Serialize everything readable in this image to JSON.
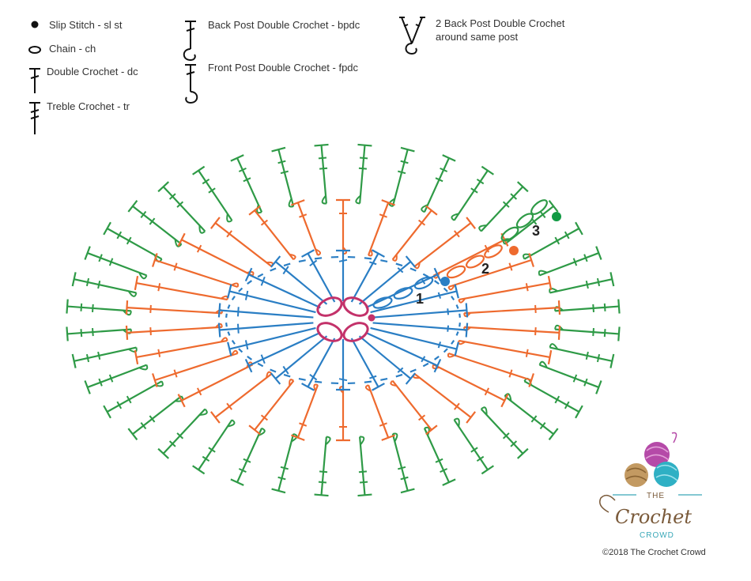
{
  "legend": {
    "slip_stitch": "Slip Stitch - sl st",
    "chain": "Chain - ch",
    "double_crochet": "Double Crochet - dc",
    "treble_crochet": "Treble Crochet - tr",
    "back_post_dc": "Back Post Double Crochet - bpdc",
    "front_post_dc": "Front Post Double Crochet - fpdc",
    "two_bpdc_line1": "2 Back Post Double Crochet",
    "two_bpdc_line2": "around same post"
  },
  "rounds": [
    {
      "label": "1",
      "color": "#2a7ec4",
      "marker": "#2a7ec4"
    },
    {
      "label": "2",
      "color": "#ee6a2e",
      "marker": "#ee6a2e"
    },
    {
      "label": "3",
      "color": "#2e9a46",
      "marker": "#119a44"
    }
  ],
  "center_color": "#c3326a",
  "logo": {
    "the": "THE",
    "main": "Crochet",
    "crowd": "CROWD",
    "copyright": "©2018 The Crochet Crowd"
  }
}
